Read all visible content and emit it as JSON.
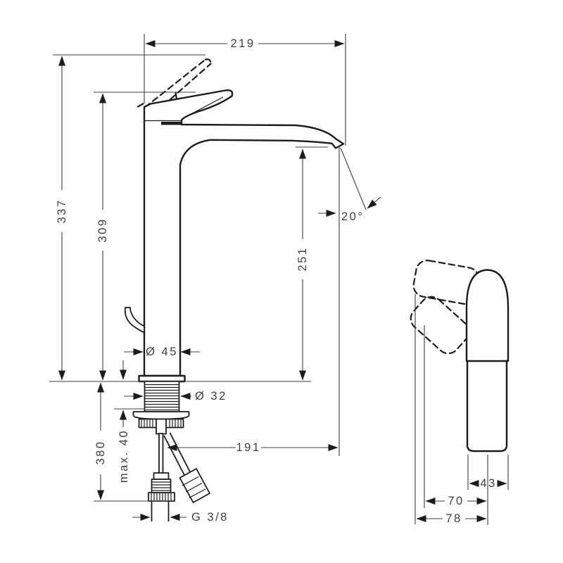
{
  "colors": {
    "line": "#1c1c1c",
    "dim": "#3c3c3c",
    "text": "#3f3f3f",
    "background": "#ffffff"
  },
  "drawing": {
    "type": "technical-dimension-drawing",
    "subject": "single-lever tall basin mixer faucet, front view with mounting shank and hoses, side view with handle swing range",
    "front": {
      "spout_width": "219",
      "total_height": "337",
      "handle_height": "309",
      "spout_outlet_height": "251",
      "spout_angle": "20°",
      "base_diameter": "Ø 45",
      "shank_diameter": "Ø 32",
      "max_counter_thickness": "max. 40",
      "hose_length_below": "380",
      "outlet_reach": "191",
      "hose_thread": "G 3/8"
    },
    "side": {
      "body_width": "43",
      "handle_depth": "70",
      "total_depth": "78"
    }
  }
}
